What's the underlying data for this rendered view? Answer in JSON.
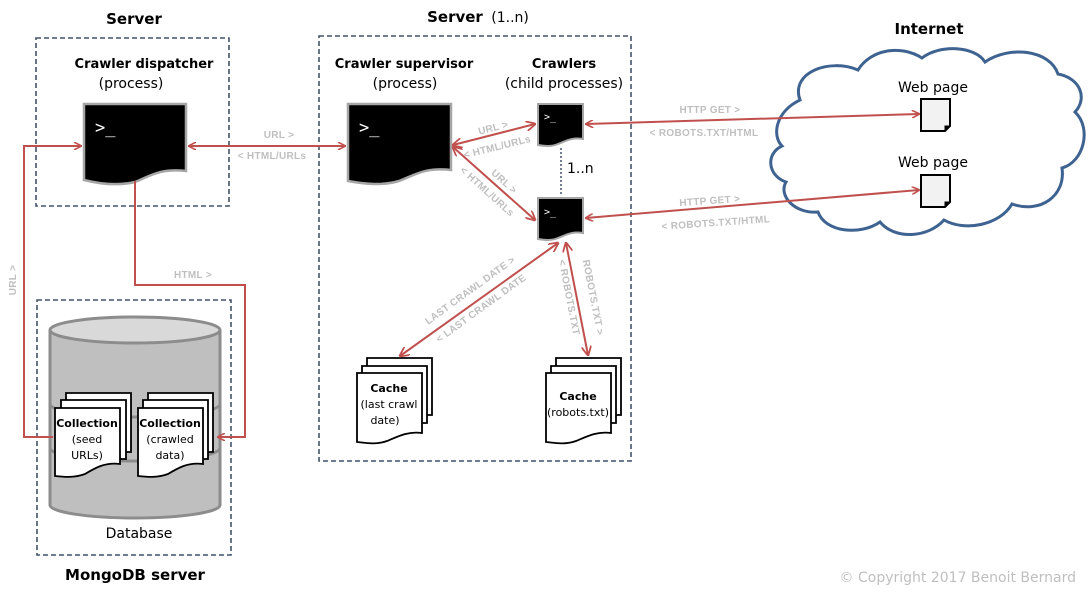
{
  "diagram": {
    "groups": {
      "dispatcher_server": {
        "title": "Server"
      },
      "supervisor_server": {
        "title": "Server",
        "title_suffix": "(1..n)"
      },
      "mongodb_server": {
        "title": "MongoDB server"
      },
      "internet": {
        "title": "Internet"
      }
    },
    "nodes": {
      "dispatcher": {
        "title": "Crawler dispatcher",
        "subtitle": "(process)",
        "prompt": ">_"
      },
      "supervisor": {
        "title": "Crawler supervisor",
        "subtitle": "(process)",
        "prompt": ">_"
      },
      "crawlers": {
        "title": "Crawlers",
        "subtitle": "(child processes)",
        "prompt": ">_",
        "multiplicity": "1..n"
      },
      "database": {
        "label": "Database"
      },
      "collection_seed": {
        "title": "Collection",
        "line1": "(seed",
        "line2": "URLs)"
      },
      "collection_crawled": {
        "title": "Collection",
        "line1": "(crawled",
        "line2": "data)"
      },
      "cache_last_crawl": {
        "title": "Cache",
        "line1": "(last crawl",
        "line2": "date)"
      },
      "cache_robots": {
        "title": "Cache",
        "line1": "(robots.txt)"
      },
      "web_page_1": {
        "label": "Web page"
      },
      "web_page_2": {
        "label": "Web page"
      }
    },
    "edges": {
      "dispatcher_supervisor": {
        "forward": "URL >",
        "back": "< HTML/URLs"
      },
      "supervisor_crawler1": {
        "forward": "URL >",
        "back": "< HTML/URLs"
      },
      "supervisor_crawler2": {
        "forward": "URL >",
        "back": "< HTML/URLs"
      },
      "crawler1_web": {
        "forward": "HTTP GET >",
        "back": "< ROBOTS.TXT/HTML"
      },
      "crawler2_web": {
        "forward": "HTTP GET >",
        "back": "< ROBOTS.TXT/HTML"
      },
      "crawler_last_crawl": {
        "forward": "LAST CRAWL DATE >",
        "back": "< LAST CRAWL DATE"
      },
      "crawler_robots": {
        "forward": "ROBOTS.TXT >",
        "back": "< ROBOTS.TXT"
      },
      "seed_dispatcher": {
        "forward": "URL >"
      },
      "dispatcher_crawled": {
        "forward": "HTML >"
      }
    },
    "colors": {
      "arrow": "#c0504d",
      "group_border": "#44546a",
      "edge_label": "#bfbfbf",
      "cloud": "#3e6391",
      "database": "#bfbfbf"
    }
  },
  "footer": {
    "copyright": "© Copyright 2017 Benoit Bernard"
  }
}
